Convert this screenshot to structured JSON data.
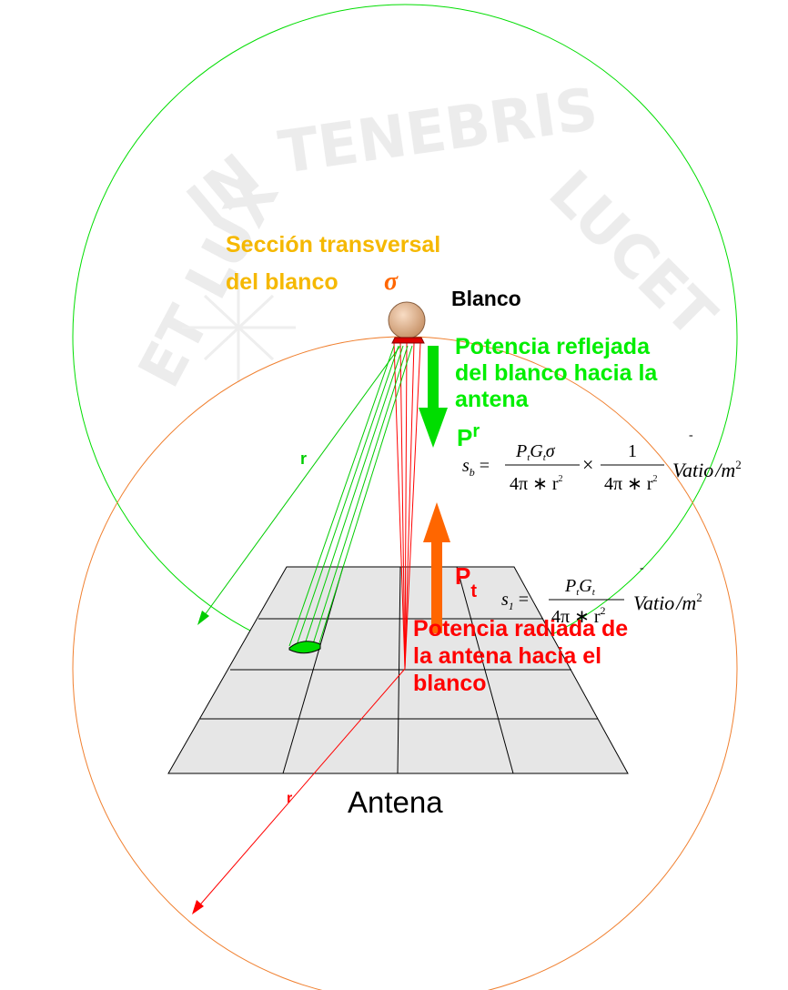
{
  "watermark": {
    "text": "ET LUX IN TENEBRIS LUCET",
    "color": "#d9d9d9"
  },
  "labels": {
    "section_line1": "Sección transversal",
    "section_line2": "del blanco",
    "sigma": "σ",
    "target": "Blanco",
    "reflected_line1": "Potencia reflejada",
    "reflected_line2": "del blanco hacia la",
    "reflected_line3": "antena",
    "pr_base": "P",
    "pr_sub": "r",
    "pt_base": "P",
    "pt_sub": "t",
    "radiated_line1": "Potencia radiada de",
    "radiated_line2": "la antena hacia el",
    "radiated_line3": "blanco",
    "antenna": "Antena",
    "r_green": "r",
    "r_red": "r"
  },
  "formula_sb": {
    "lhs_base": "s",
    "lhs_sub": "b",
    "num1_p": "P",
    "num1_psub": "t",
    "num1_g": "G",
    "num1_gsub": "t",
    "num1_sigma": "σ",
    "den1": "4π ∗ r",
    "den1_exp": "2",
    "times": "×",
    "num2": "1",
    "den2": "4π ∗ r",
    "den2_exp": "2",
    "unit": "Vatio",
    "unit_m": "m",
    "unit_exp": "2",
    "tick": "-"
  },
  "formula_s1": {
    "lhs_base": "s",
    "lhs_sub": "1",
    "num_p": "P",
    "num_psub": "t",
    "num_g": "G",
    "num_gsub": "t",
    "den": "4π ∗ r",
    "den_exp": "2",
    "unit": "Vatio",
    "unit_m": "m",
    "unit_exp": "2",
    "tick": "-"
  },
  "colors": {
    "orange_text": "#f5b800",
    "green": "#00ee00",
    "green_dark": "#00cc00",
    "red": "#ff0000",
    "orange_arrow": "#ff6600",
    "orange_circle": "#f08030",
    "grid_fill": "#e6e6e6",
    "target_ball": "#e8b890"
  }
}
